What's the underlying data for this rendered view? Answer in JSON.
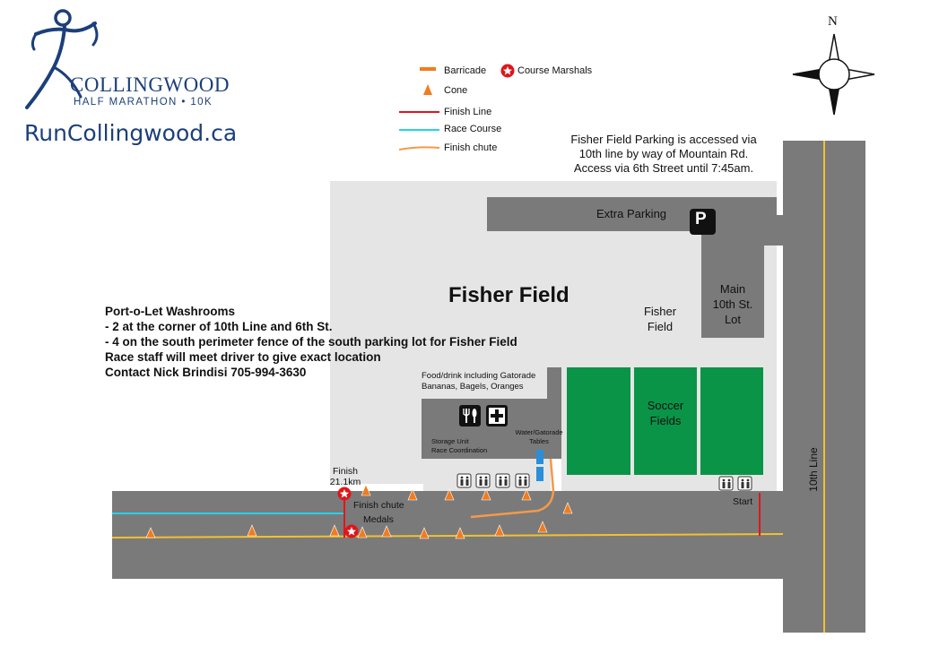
{
  "logo": {
    "title": "COLLINGWOOD",
    "subtitle": "HALF MARATHON • 10K",
    "site": "RunCollingwood.ca"
  },
  "legend": {
    "barricade": "Barricade",
    "marshals": "Course Marshals",
    "cone": "Cone",
    "finish_line": "Finish Line",
    "race_course": "Race Course",
    "finish_chute": "Finish chute"
  },
  "compass": {
    "north": "N"
  },
  "parking_note": [
    "Fisher Field Parking is accessed via",
    "10th line by way of Mountain Rd.",
    "Access via 6th Street until 7:45am."
  ],
  "labels": {
    "fisher_field_big": "Fisher Field",
    "fisher_field_small_1": "Fisher",
    "fisher_field_small_2": "Field",
    "extra_parking": "Extra Parking",
    "parking_symbol": "P",
    "main_lot_1": "Main",
    "main_lot_2": "10th St.",
    "main_lot_3": "Lot",
    "soccer_1": "Soccer",
    "soccer_2": "Fields",
    "food_1": "Food/drink including Gatorade",
    "food_2": "Bananas, Bagels, Oranges",
    "storage_1": "Storage Unit",
    "storage_2": "Race Coordination",
    "water_1": "Water/Gatorade",
    "water_2": "Tables",
    "finish_1": "Finish",
    "finish_2": "21.1km",
    "finish_chute": "Finish chute",
    "medals": "Medals",
    "start": "Start",
    "tenth_line": "10th Line"
  },
  "washrooms": [
    "Port-o-Let Washrooms",
    "- 2 at the corner of 10th Line and 6th St.",
    "- 4 on the south perimeter fence of the south parking lot for Fisher Field",
    "Race staff will meet driver to give exact location",
    "Contact Nick Brindisi 705-994-3630"
  ],
  "colors": {
    "road": "#7a7a7a",
    "field": "#e5e5e5",
    "soccer": "#0a9447",
    "center_line": "#f2c12e",
    "race_course": "#22d3ee",
    "finish_line": "#e0151b",
    "chute": "#f29a4a",
    "cone": "#f07c1f",
    "marshal": "#e0151b",
    "water": "#2a8fd8",
    "logo": "#1c3f7a"
  }
}
